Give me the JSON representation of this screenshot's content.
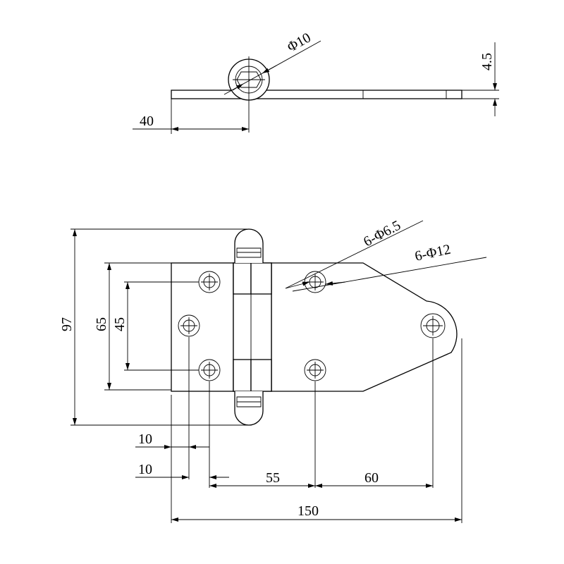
{
  "colors": {
    "line": "#000000",
    "background": "#ffffff"
  },
  "top_view": {
    "hole_dia_label": "Φ10",
    "thickness_label": "4.5",
    "offset_label": "40"
  },
  "front_view": {
    "height_total": "97",
    "height_65": "65",
    "height_45": "45",
    "holes_small": "6-Φ6.5",
    "holes_large": "6-Φ12",
    "dim_10_a": "10",
    "dim_10_b": "10",
    "dim_55": "55",
    "dim_60": "60",
    "dim_150": "150"
  }
}
